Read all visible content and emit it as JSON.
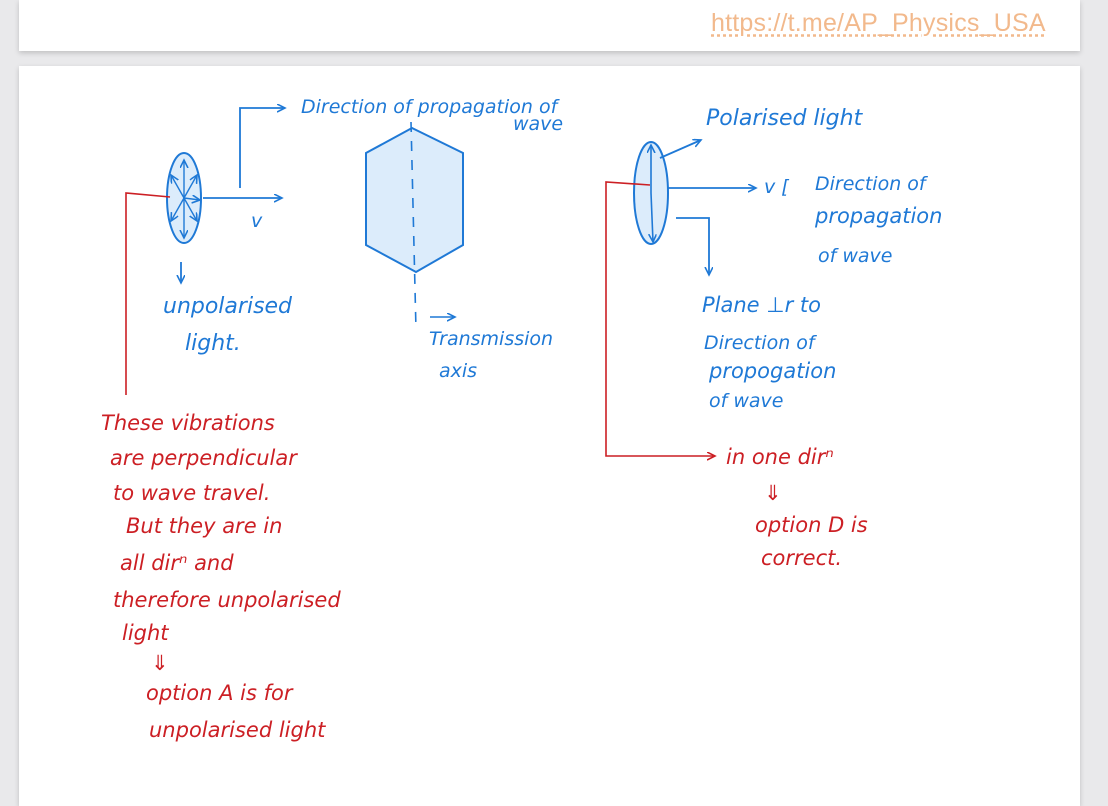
{
  "header": {
    "link_text": "https://t.me/AP_Physics_USA"
  },
  "colors": {
    "ink_blue": "#1f79d6",
    "ink_red": "#cc1f24",
    "fill_light_blue": "#dcecfb",
    "link_orange": "#f2b98c"
  },
  "diagram": {
    "direction_label_1": "Direction of propagation of",
    "direction_label_2": "wave",
    "v_label_left": "v",
    "unpolarised_1": "unpolarised",
    "unpolarised_2": "light.",
    "transmission_1": "Transmission",
    "transmission_2": "axis",
    "polarised_label": "Polarised light",
    "v_bracket": "v [",
    "dir_right_1": "Direction of",
    "dir_right_2": "propagation",
    "dir_right_3": "of wave",
    "plane_1": "Plane ⊥r to",
    "plane_2": "Direction of",
    "plane_3": "propogation",
    "plane_4": "of wave"
  },
  "notes_left": {
    "line1": "These vibrations",
    "line2": "are perpendicular",
    "line3": "to wave travel.",
    "line4": "But they are in",
    "line5": "all dirⁿ and",
    "line6": "therefore unpolarised",
    "line7": "light",
    "arrow": "⇓",
    "line8": "option A is for",
    "line9": "unpolarised light"
  },
  "notes_right": {
    "line1": "in one dirⁿ",
    "arrow": "⇓",
    "line2": "option D is",
    "line3": "correct."
  }
}
